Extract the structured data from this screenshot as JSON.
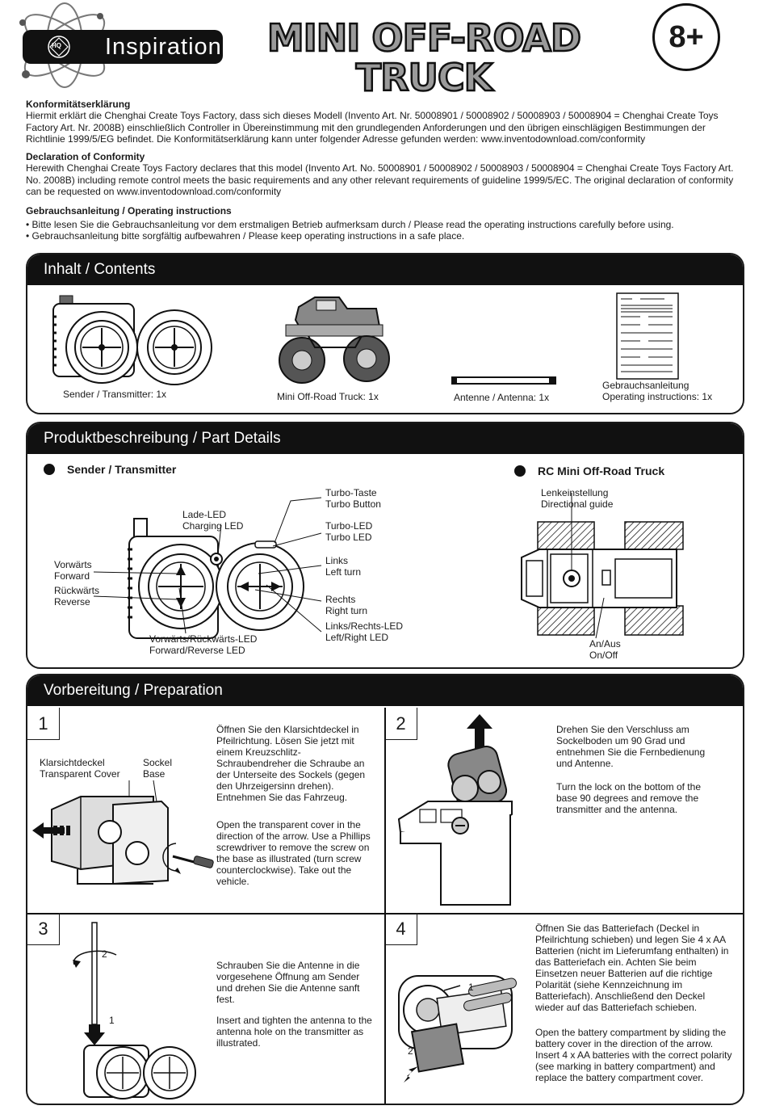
{
  "header": {
    "logo_brand": "Inspiration",
    "logo_badge": "HQ",
    "title_line1": "MINI OFF-ROAD",
    "title_line2": "TRUCK",
    "age": "8+"
  },
  "intro": {
    "de_heading": "Konformitätserklärung",
    "de_text": "Hiermit erklärt die Chenghai Create Toys Factory, dass sich dieses Modell (Invento Art. Nr. 50008901 / 50008902 / 50008903 / 50008904 = Chenghai Create Toys Factory Art. Nr. 2008B) einschließlich Controller in Übereinstimmung mit den grundlegenden Anforderungen und den übrigen einschlägigen Bestimmungen der Richtlinie 1999/5/EG befindet. Die Konformitätserklärung kann unter folgender Adresse gefunden werden: www.inventodownload.com/conformity",
    "en_heading": "Declaration of Conformity",
    "en_text": "Herewith Chenghai Create Toys Factory declares that this model (Invento Art. No. 50008901 / 50008902 / 50008903 / 50008904 = Chenghai Create Toys Factory Art. No. 2008B) including remote control meets the basic requirements and any other relevant requirements of guideline 1999/5/EC. The original declaration of conformity can be requested on www.inventodownload.com/conformity",
    "ops_heading": "Gebrauchsanleitung / Operating instructions",
    "ops_bullet1": "• Bitte lesen Sie die Gebrauchsanleitung vor dem erstmaligen Betrieb aufmerksam durch / Please read the operating instructions carefully before using.",
    "ops_bullet2": "• Gebrauchsanleitung bitte sorgfältig aufbewahren / Please keep operating instructions in a safe place."
  },
  "contents": {
    "heading": "Inhalt / Contents",
    "transmitter": "Sender / Transmitter: 1x",
    "truck": "Mini Off-Road Truck: 1x",
    "antenna": "Antenne / Antenna: 1x",
    "manual_de": "Gebrauchsanleitung",
    "manual_en": "Operating instructions: 1x"
  },
  "parts": {
    "heading": "Produktbeschreibung / Part Details",
    "tx_heading": "Sender / Transmitter",
    "truck_heading": "RC Mini Off-Road Truck",
    "turbo_de": "Turbo-Taste",
    "turbo_en": "Turbo Button",
    "charge_de": "Lade-LED",
    "charge_en": "Charging LED",
    "turboled_de": "Turbo-LED",
    "turboled_en": "Turbo LED",
    "fwd_de": "Vorwärts",
    "fwd_en": "Forward",
    "rev_de": "Rückwärts",
    "rev_en": "Reverse",
    "left_de": "Links",
    "left_en": "Left turn",
    "right_de": "Rechts",
    "right_en": "Right turn",
    "lrled_de": "Links/Rechts-LED",
    "lrled_en": "Left/Right LED",
    "frled_de": "Vorwärts/Rückwärts-LED",
    "frled_en": "Forward/Reverse LED",
    "steer_de": "Lenkeinstellung",
    "steer_en": "Directional guide",
    "onoff_de": "An/Aus",
    "onoff_en": "On/Off"
  },
  "prep": {
    "heading": "Vorbereitung / Preparation",
    "s1_num": "1",
    "s1_cover_de": "Klarsichtdeckel",
    "s1_cover_en": "Transparent Cover",
    "s1_base_de": "Sockel",
    "s1_base_en": "Base",
    "s1_de": "Öffnen Sie den Klarsichtdeckel in Pfeilrichtung. Lösen Sie jetzt mit einem Kreuzschlitz-Schraubendreher die Schraube an der Unterseite des Sockels (gegen den Uhrzeigersinn drehen). Entnehmen Sie das Fahrzeug.",
    "s1_en": "Open the transparent cover in the direction of the arrow. Use a Phillips screwdriver to remove the screw on the base as illustrated (turn screw counterclockwise). Take out the vehicle.",
    "s2_num": "2",
    "s2_de": "Drehen Sie den Verschluss am Sockelboden um 90 Grad und entnehmen Sie die Fernbedienung und Antenne.",
    "s2_en": "Turn the lock on the bottom of the base 90 degrees and remove the transmitter and the antenna.",
    "s3_num": "3",
    "s3_de": "Schrauben Sie die Antenne in die vorgesehene Öffnung am Sender und drehen Sie die Antenne sanft fest.",
    "s3_en": "Insert and tighten the antenna to the antenna hole on the transmitter as illustrated.",
    "s3_mark1": "1",
    "s3_mark2": "2",
    "s4_num": "4",
    "s4_de": "Öffnen Sie das Batteriefach (Deckel in Pfeilrichtung schieben) und legen Sie 4 x AA Batterien (nicht im Lieferumfang enthalten) in das Batteriefach ein. Achten Sie beim Einsetzen neuer Batterien auf die richtige Polarität (siehe Kennzeichnung im Batteriefach). Anschließend den Deckel wieder auf das Batteriefach schieben.",
    "s4_en": "Open the battery compartment by sliding the battery cover in the direction of the arrow. Insert 4 x AA batteries with the correct polarity (see marking in battery compartment) and replace the battery compartment cover.",
    "s4_mark1": "1",
    "s4_mark2": "2"
  }
}
